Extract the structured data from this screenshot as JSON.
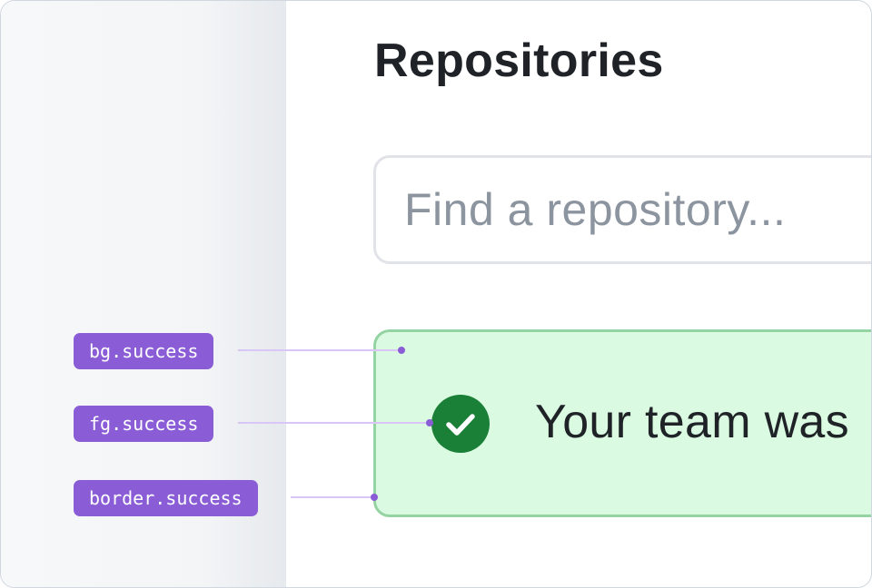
{
  "header": {
    "title": "Repositories"
  },
  "search": {
    "placeholder": "Find a repository..."
  },
  "flash": {
    "message": "Your team was"
  },
  "tokens": {
    "bg": "bg.success",
    "fg": "fg.success",
    "border": "border.success"
  },
  "colors": {
    "flash_bg": "#dafbe1",
    "flash_border": "#94d3a2",
    "icon_success": "#1a7f37",
    "token_label_bg": "#8a5dd6",
    "connector": "#d9c6f5",
    "connector_dot": "#8a5dd6"
  },
  "icons": {
    "flash_icon": "check-circle-icon"
  }
}
